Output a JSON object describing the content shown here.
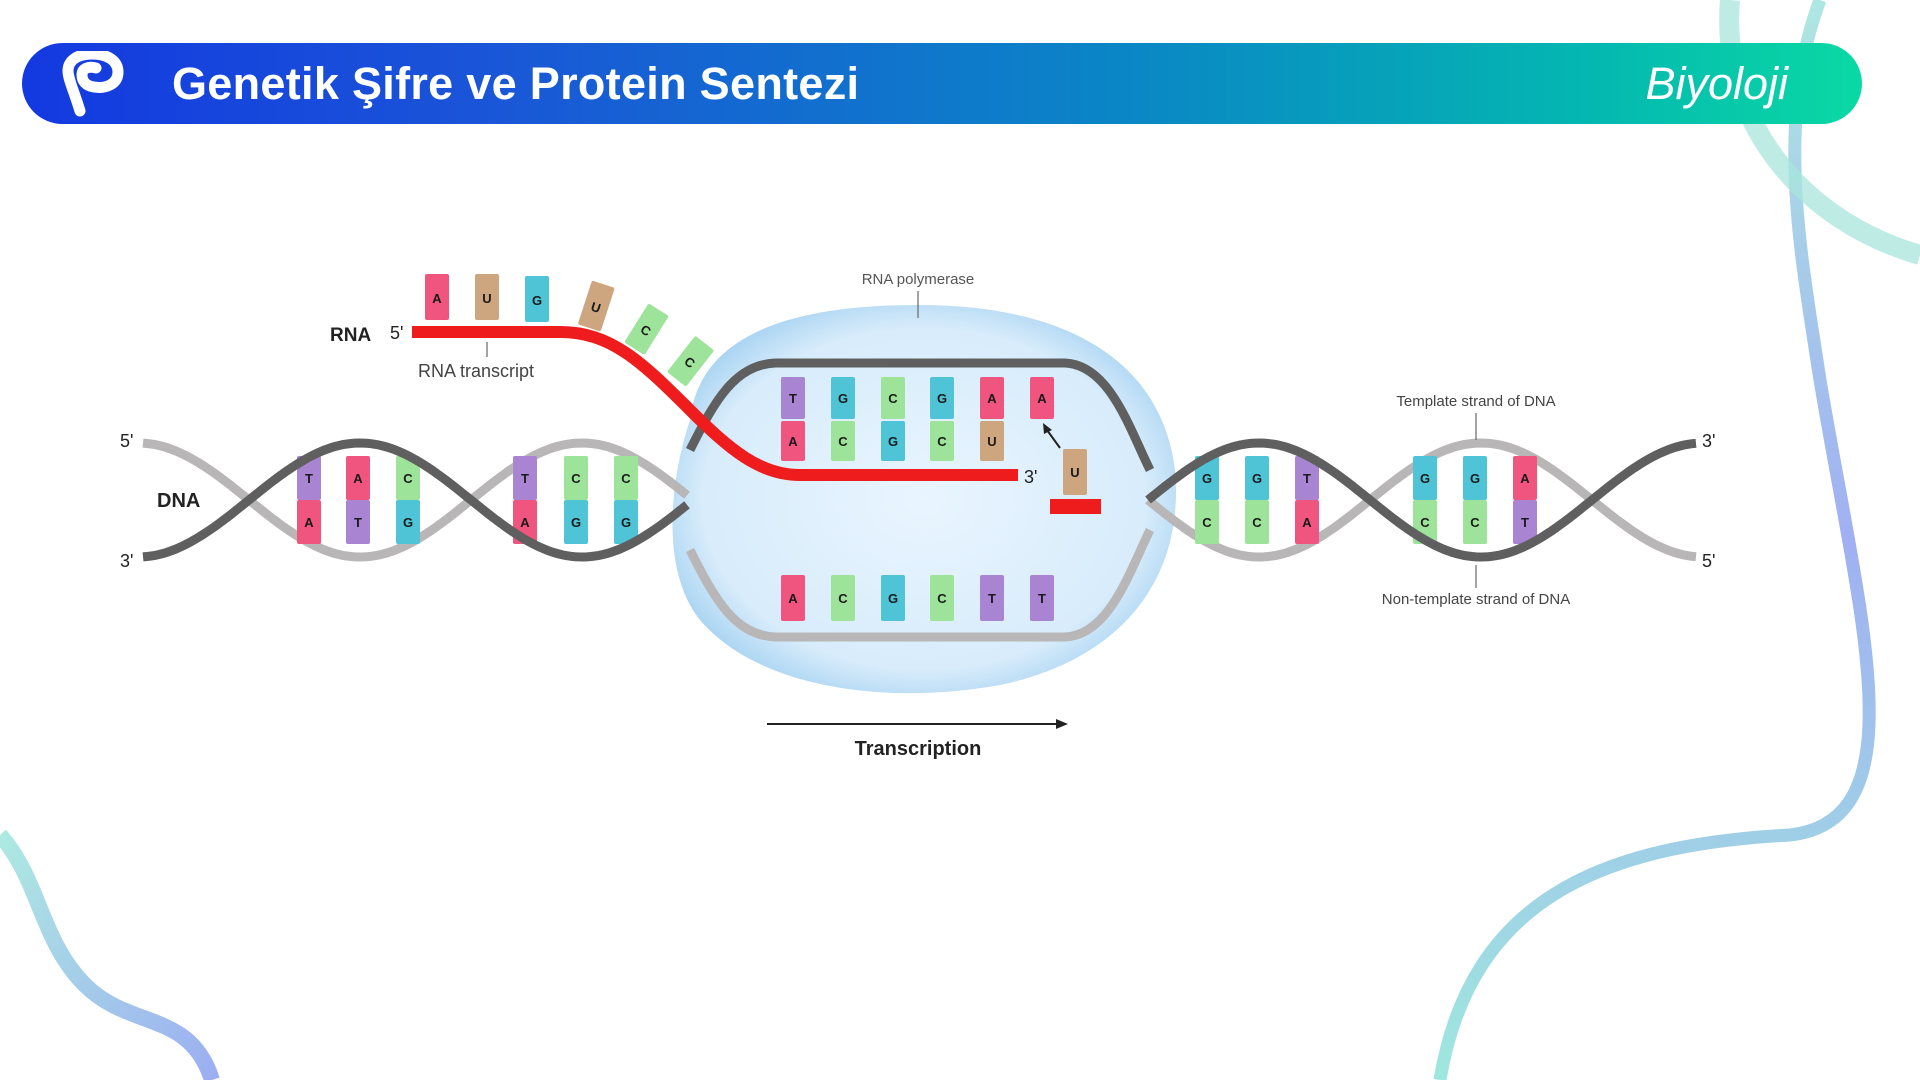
{
  "header": {
    "title": "Genetik Şifre ve Protein Sentezi",
    "subject": "Biyoloji",
    "logo_icon": "p-logo-icon"
  },
  "colors": {
    "header_start": "#1339e0",
    "header_end": "#0ad9a4",
    "rna_strand": "#ee1c1c",
    "template_strand": "#5f5f5f",
    "coding_strand": "#b8b6b6",
    "bubble": "#dcefff",
    "A": "#f0557f",
    "T": "#a884d3",
    "G": "#4fc4d6",
    "C": "#9ee39a",
    "U": "#cda57e"
  },
  "diagram": {
    "labels": {
      "rna": "RNA",
      "rna_5prime": "5'",
      "rna_transcript": "RNA transcript",
      "rna_polymerase": "RNA polymerase",
      "dna": "DNA",
      "left_top_end": "5'",
      "left_bottom_end": "3'",
      "right_top_end": "3'",
      "right_bottom_end": "5'",
      "rna_3prime": "3'",
      "template_strand": "Template strand of DNA",
      "nontemplate_strand": "Non-template strand of DNA",
      "transcription": "Transcription"
    },
    "rna_bases": [
      "A",
      "U",
      "G",
      "U",
      "C",
      "C"
    ],
    "incoming_nucleotide": "U",
    "left_pairs": [
      {
        "top": "T",
        "bottom": "A"
      },
      {
        "top": "A",
        "bottom": "T"
      },
      {
        "top": "C",
        "bottom": "G"
      },
      {
        "top": "T",
        "bottom": "A"
      },
      {
        "top": "C",
        "bottom": "G"
      },
      {
        "top": "C",
        "bottom": "G"
      }
    ],
    "bubble_pairs": [
      {
        "dna": "T",
        "rna": "A"
      },
      {
        "dna": "G",
        "rna": "C"
      },
      {
        "dna": "C",
        "rna": "G"
      },
      {
        "dna": "G",
        "rna": "C"
      },
      {
        "dna": "A",
        "rna": "U"
      },
      {
        "dna": "A",
        "rna": ""
      }
    ],
    "bubble_bottom": [
      "A",
      "C",
      "G",
      "C",
      "T",
      "T"
    ],
    "right_pairs": [
      {
        "top": "G",
        "bottom": "C"
      },
      {
        "top": "G",
        "bottom": "C"
      },
      {
        "top": "T",
        "bottom": "A"
      },
      {
        "top": "G",
        "bottom": "C"
      },
      {
        "top": "G",
        "bottom": "C"
      },
      {
        "top": "A",
        "bottom": "T"
      }
    ]
  }
}
